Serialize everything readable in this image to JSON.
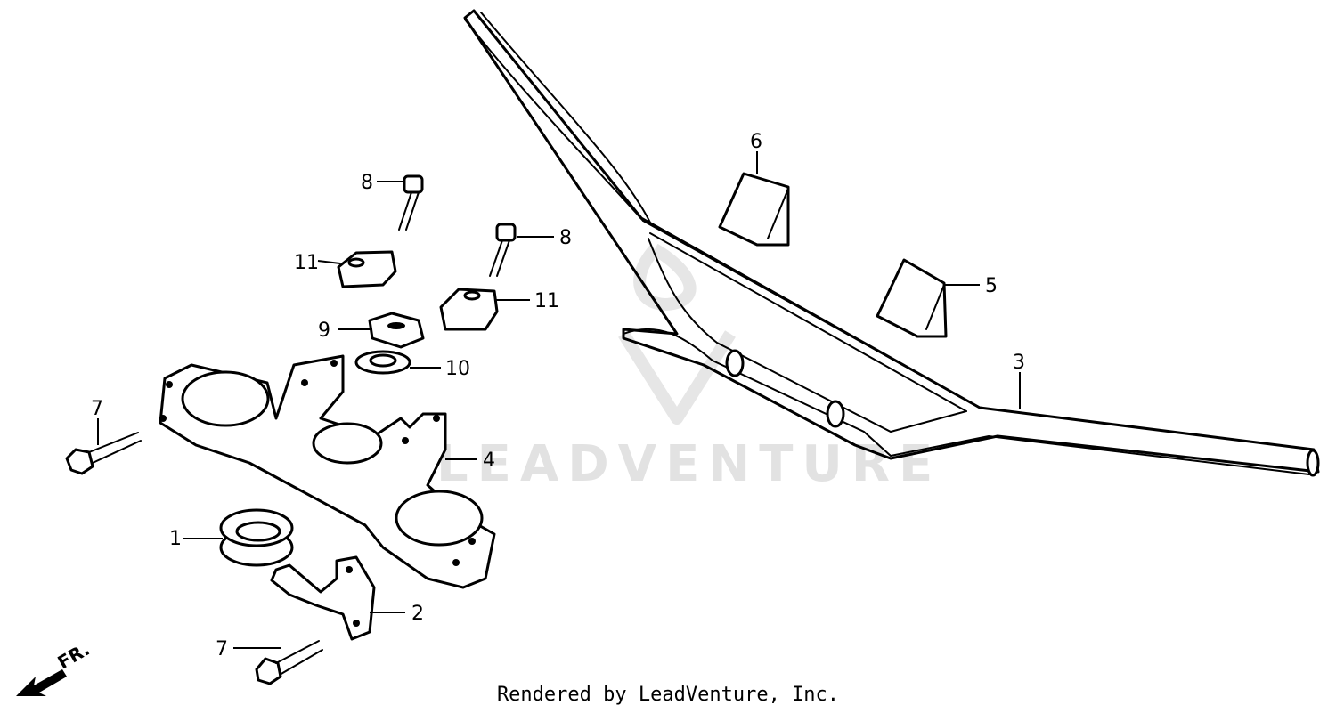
{
  "diagram": {
    "watermark": "LEADVENTURE",
    "direction_marker": "FR.",
    "callouts": {
      "c1": "1",
      "c2": "2",
      "c3": "3",
      "c4": "4",
      "c5": "5",
      "c6": "6",
      "c7a": "7",
      "c7b": "7",
      "c8a": "8",
      "c8b": "8",
      "c9": "9",
      "c10": "10",
      "c11a": "11",
      "c11b": "11"
    }
  },
  "footer": {
    "credit": "Rendered by LeadVenture, Inc."
  }
}
